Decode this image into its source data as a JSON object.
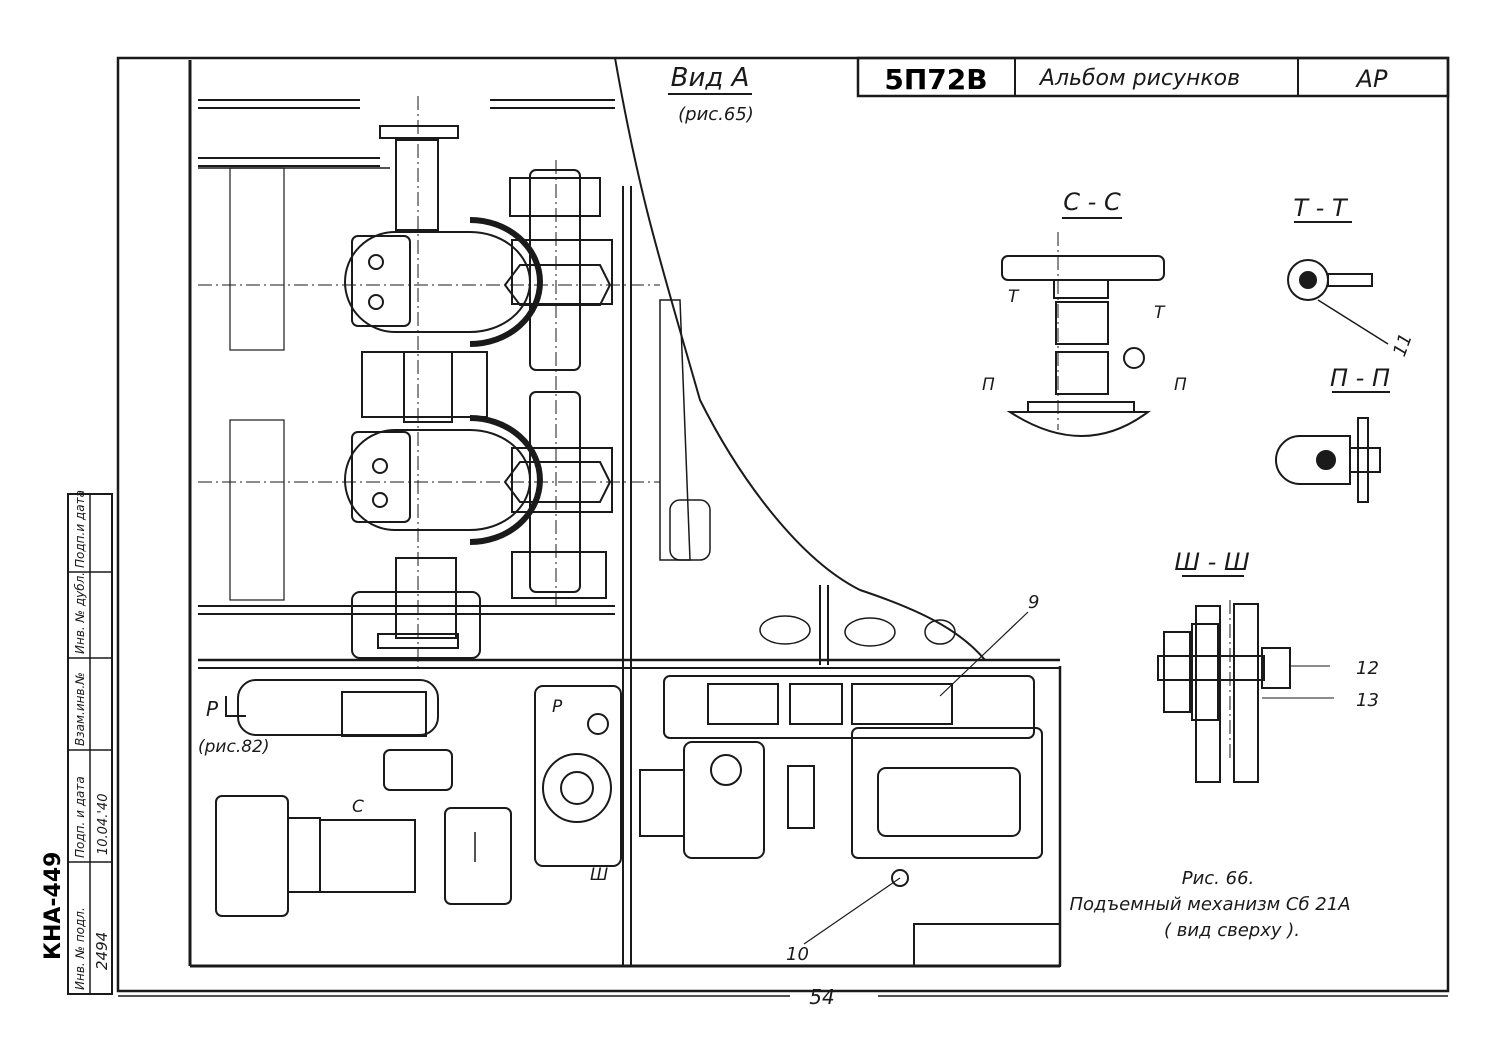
{
  "title_block": {
    "model": "5П72В",
    "album": "Альбом рисунков",
    "code": "АР"
  },
  "views": {
    "view_a": {
      "label": "Вид А",
      "ref": "(рис.65)"
    },
    "section_cc": {
      "label": "С - С",
      "marker_t": "Т",
      "marker_p": "П"
    },
    "section_tt": {
      "label": "Т - Т"
    },
    "section_pp": {
      "label": "П - П"
    },
    "section_uu": {
      "label": "Ш - Ш"
    },
    "view_p": {
      "label": "Р",
      "ref": "(рис.82)"
    },
    "marker_c": "С",
    "marker_sh": "Ш",
    "marker_p_small": "Р"
  },
  "callouts": [
    "9",
    "10",
    "11",
    "12",
    "13"
  ],
  "caption": {
    "fig": "Рис. 66.",
    "line1": "Подъемный механизм Сб 21А",
    "line2": "( вид сверху )."
  },
  "page_number": "54",
  "side_stamp": {
    "headers": [
      "Инв. № подл.",
      "Подп. и дата",
      "Взам.инв.№",
      "Инв. № дубл.",
      "Подп.и дата"
    ],
    "inv_value": "2494",
    "date_value": "10.04.'40",
    "archive": "КНА-449"
  }
}
